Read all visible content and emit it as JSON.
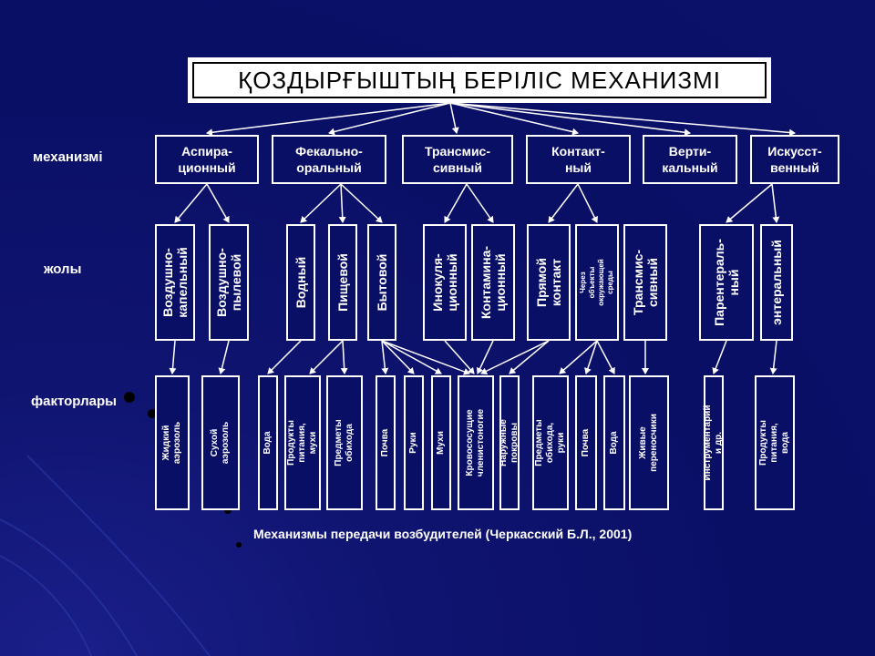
{
  "title": "ҚОЗДЫРҒЫШТЫҢ  БЕРІЛІС  МЕХАНИЗМІ",
  "row_labels": {
    "mechanism": "механизмі",
    "paths": "жолы",
    "factors": "факторлары"
  },
  "mechanisms": [
    {
      "label": "Аспира-\nционный"
    },
    {
      "label": "Фекально-\nоральный"
    },
    {
      "label": "Трансмис-\nсивный"
    },
    {
      "label": "Контакт-\nный"
    },
    {
      "label": "Верти-\nкальный"
    },
    {
      "label": "Искусст-\nвенный"
    }
  ],
  "paths": [
    {
      "label": "Воздушно-\nкапельный"
    },
    {
      "label": "Воздушно-\nпылевой"
    },
    {
      "label": "Водный"
    },
    {
      "label": "Пищевой"
    },
    {
      "label": "Бытовой"
    },
    {
      "label": "Инокуля-\nционный"
    },
    {
      "label": "Контамина-\nционный"
    },
    {
      "label": "Прямой\nконтакт"
    },
    {
      "label": "Через объекты\nокружающей среды"
    },
    {
      "label": "Трансмис-\nсивный"
    },
    {
      "label": "Парентераль-\nный"
    },
    {
      "label": "энтеральный"
    }
  ],
  "factors": [
    {
      "label": "Жидкий\nаэрозоль"
    },
    {
      "label": "Сухой\nаэрозоль"
    },
    {
      "label": "Вода"
    },
    {
      "label": "Продукты питания,\nмухи"
    },
    {
      "label": "Предметы\nобихода"
    },
    {
      "label": "Почва"
    },
    {
      "label": "Руки"
    },
    {
      "label": "Мухи"
    },
    {
      "label": "Кровососущие\nчленистоногие"
    },
    {
      "label": "Наружные покровы"
    },
    {
      "label": "Предметы обихода,\nруки"
    },
    {
      "label": "Почва"
    },
    {
      "label": "Вода"
    },
    {
      "label": "Живые\nпереносчики"
    },
    {
      "label": "Инструментарий и др."
    },
    {
      "label": "Продукты питания,\nвода"
    }
  ],
  "caption": "Механизмы передачи возбудителей (Черкасский Б.Л., 2001)",
  "colors": {
    "background": "#0a0f66",
    "foreground": "#ffffff"
  }
}
